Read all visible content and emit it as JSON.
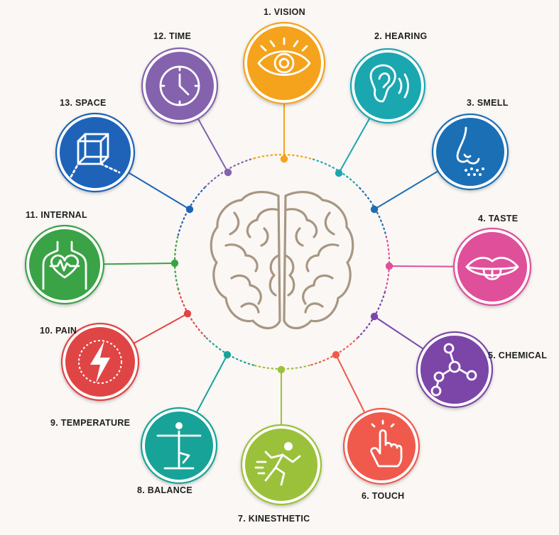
{
  "senses": [
    {
      "key": "vision",
      "label": "1. VISION",
      "color": "#f5a31c",
      "icon": "eye-icon"
    },
    {
      "key": "hearing",
      "label": "2. HEARING",
      "color": "#1aa7b0",
      "icon": "ear-icon"
    },
    {
      "key": "smell",
      "label": "3. SMELL",
      "color": "#1b6fb5",
      "icon": "nose-icon"
    },
    {
      "key": "taste",
      "label": "4. TASTE",
      "color": "#e04f9a",
      "icon": "mouth-icon"
    },
    {
      "key": "chemical",
      "label": "5. CHEMICAL",
      "color": "#7b46a8",
      "icon": "molecule-icon"
    },
    {
      "key": "touch",
      "label": "6. TOUCH",
      "color": "#ef5a4d",
      "icon": "touch-hand-icon"
    },
    {
      "key": "kinesthetic",
      "label": "7. KINESTHETIC",
      "color": "#9bc13b",
      "icon": "running-figure-icon"
    },
    {
      "key": "balance",
      "label": "8. BALANCE",
      "color": "#17a398",
      "icon": "balancing-figure-icon"
    },
    {
      "key": "temperature",
      "label": "9. TEMPERATURE",
      "color": "#e04545",
      "icon": ""
    },
    {
      "key": "pain",
      "label": "10. PAIN",
      "color": "#e04545",
      "icon": "lightning-bolt-icon"
    },
    {
      "key": "internal",
      "label": "11. INTERNAL",
      "color": "#3aa346",
      "icon": "torso-heartbeat-icon"
    },
    {
      "key": "space",
      "label": "13. SPACE",
      "color": "#1e63b8",
      "icon": "cube-icon"
    },
    {
      "key": "time",
      "label": "12. TIME",
      "color": "#8462ad",
      "icon": "clock-icon"
    }
  ],
  "center": {
    "icon": "brain-icon",
    "color": "#a89683"
  }
}
